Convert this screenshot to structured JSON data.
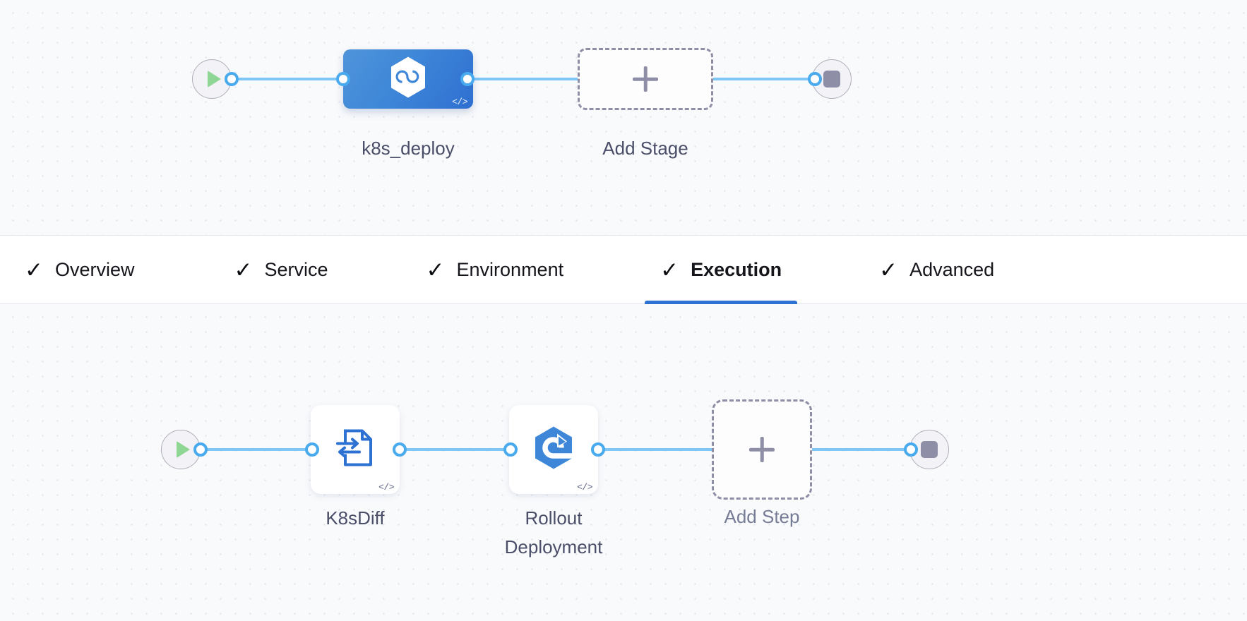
{
  "colors": {
    "canvas_bg": "#f9fafc",
    "grid_dot": "#dfe2ec",
    "edge": "#7fc6f5",
    "port_ring": "#4aaaee",
    "stage_blue": "#3e87d8",
    "step_icon_blue": "#2d72d2",
    "accent_underline": "#2d72d2",
    "start_green": "#8fd694",
    "stop_gray": "#8e8fa6",
    "dashed_border": "#8e8fa6",
    "label_text": "#4a4e69",
    "muted_text": "#767c96"
  },
  "stage_pipeline": {
    "start_node": {
      "name": "start",
      "icon": "play-icon"
    },
    "nodes": [
      {
        "id": "k8s-deploy-stage",
        "label": "k8s_deploy",
        "icon": "harness-cd-hexagon-icon",
        "badge": "</>",
        "type": "stage",
        "selected": true
      }
    ],
    "add_node": {
      "label": "Add Stage",
      "icon": "plus-icon"
    },
    "end_node": {
      "name": "end",
      "icon": "stop-icon"
    }
  },
  "tabs": {
    "items": [
      {
        "label": "Overview",
        "check": "✓",
        "active": false
      },
      {
        "label": "Service",
        "check": "✓",
        "active": false
      },
      {
        "label": "Environment",
        "check": "✓",
        "active": false
      },
      {
        "label": "Execution",
        "check": "✓",
        "active": true
      },
      {
        "label": "Advanced",
        "check": "✓",
        "active": false
      }
    ]
  },
  "step_pipeline": {
    "start_node": {
      "name": "start",
      "icon": "play-icon"
    },
    "nodes": [
      {
        "id": "k8s-diff-step",
        "label": "K8sDiff",
        "icon": "k8s-diff-document-icon",
        "badge": "</>",
        "type": "step"
      },
      {
        "id": "rollout-deployment-step",
        "label": "Rollout\nDeployment",
        "icon": "rollout-deployment-hexagon-icon",
        "badge": "</>",
        "type": "step"
      }
    ],
    "add_node": {
      "label": "Add Step",
      "icon": "plus-icon"
    },
    "end_node": {
      "name": "end",
      "icon": "stop-icon"
    }
  }
}
